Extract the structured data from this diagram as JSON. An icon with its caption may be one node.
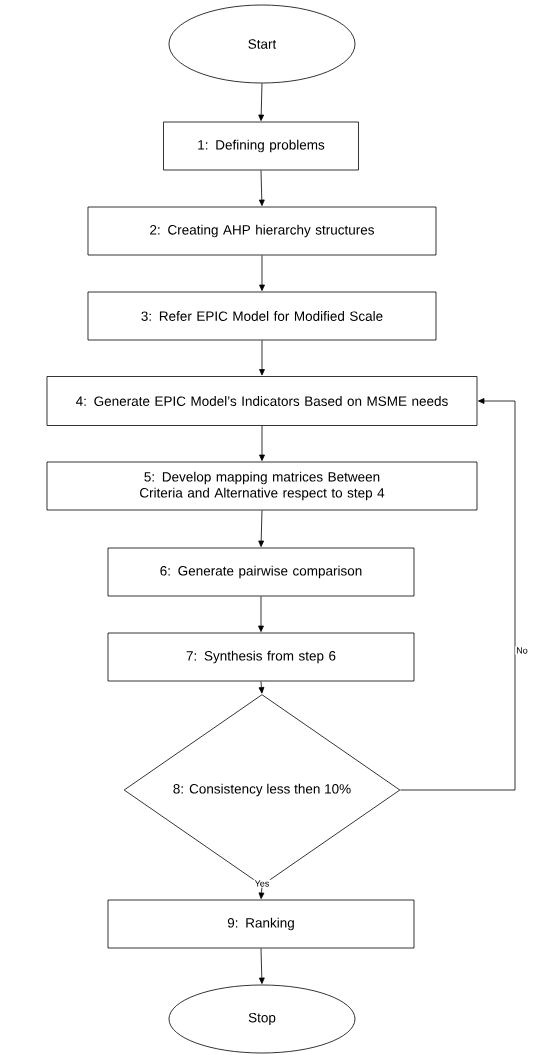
{
  "diagram": {
    "nodes": [
      {
        "text": [
          "Start"
        ]
      },
      {
        "text": [
          "1: Defining problems"
        ]
      },
      {
        "text": [
          "2: Creating AHP hierarchy structures"
        ]
      },
      {
        "text": [
          "3: Refer EPIC Model for Modified Scale"
        ]
      },
      {
        "text": [
          "4: Generate EPIC Model’s Indicators Based on MSME needs"
        ]
      },
      {
        "text": [
          "5: Develop mapping matrices Between Criteria and Alternative respect to step 4"
        ]
      },
      {
        "text": [
          "6: Generate pairwise comparison"
        ]
      },
      {
        "text": [
          "7: Synthesis from step 6"
        ]
      },
      {
        "text": [
          "8: Consistency less then 10%"
        ]
      },
      {
        "text": [
          "9: Ranking"
        ]
      },
      {
        "text": [
          "Stop"
        ]
      }
    ],
    "edges": [
      {
        "from": 0,
        "to": 1,
        "arrow": "to"
      },
      {
        "from": 1,
        "to": 2,
        "arrow": "to"
      },
      {
        "from": 2,
        "to": 3,
        "arrow": "to"
      },
      {
        "from": 3,
        "to": 4,
        "arrow": "to"
      },
      {
        "from": 4,
        "to": 5,
        "arrow": "to"
      },
      {
        "from": 5,
        "to": 6,
        "arrow": "to"
      },
      {
        "from": 6,
        "to": 7,
        "arrow": "to"
      },
      {
        "from": 7,
        "to": 8,
        "arrow": "to"
      },
      {
        "from": 8,
        "to": 9,
        "arrow": "to",
        "label": "Yes"
      },
      {
        "from": 8,
        "to": 4,
        "arrow": "to",
        "label": "No"
      },
      {
        "from": 9,
        "to": 10,
        "arrow": "to"
      }
    ]
  }
}
